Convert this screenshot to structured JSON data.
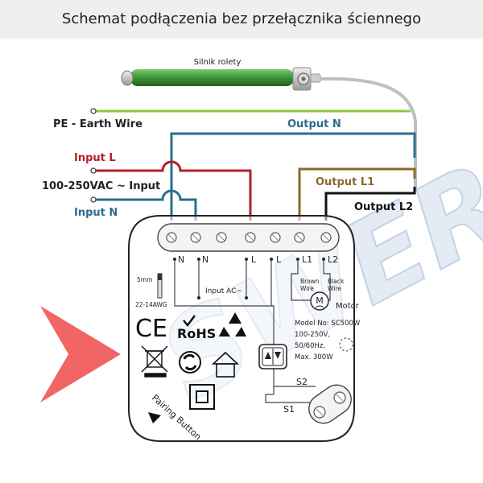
{
  "header": {
    "title": "Schemat podłączenia bez przełącznika ściennego"
  },
  "motor": {
    "label": "Silnik rolety"
  },
  "wires": {
    "pe": "PE - Earth Wire",
    "output_n": "Output N",
    "input_l": "Input L",
    "supply": "100-250VAC ~ Input",
    "output_l1": "Output L1",
    "input_n": "Input N",
    "output_l2": "Output L2"
  },
  "terminals": [
    "N",
    "N",
    "L",
    "L",
    "L1",
    "L2"
  ],
  "device": {
    "strip_length": "5mm",
    "awg": "22-14AWG",
    "input_ac": "Input  AC~",
    "brown_wire": [
      "Brown",
      "Wire"
    ],
    "black_wire": [
      "Black",
      "Wire"
    ],
    "motor_symbol": "M",
    "motor_label": "Motor",
    "spec_lines": [
      "Model No: SC500W",
      "100-250V,",
      "50/60Hz,",
      "Max. 300W"
    ],
    "s2": "S2",
    "s1": "S1",
    "pairing_button": "Pairing Button",
    "ce": "CE",
    "rohs": "RoHS"
  },
  "watermark": "SWERA",
  "colors": {
    "earth": "#8dc63f",
    "neutral": "#2a6e8c",
    "live": "#b5202a",
    "l1": "#8a6a2b",
    "l2": "#111111",
    "watermark_red": "#f04a4a",
    "watermark_blue": "#9fb6d8",
    "motor_green": "#3f9a3a"
  }
}
